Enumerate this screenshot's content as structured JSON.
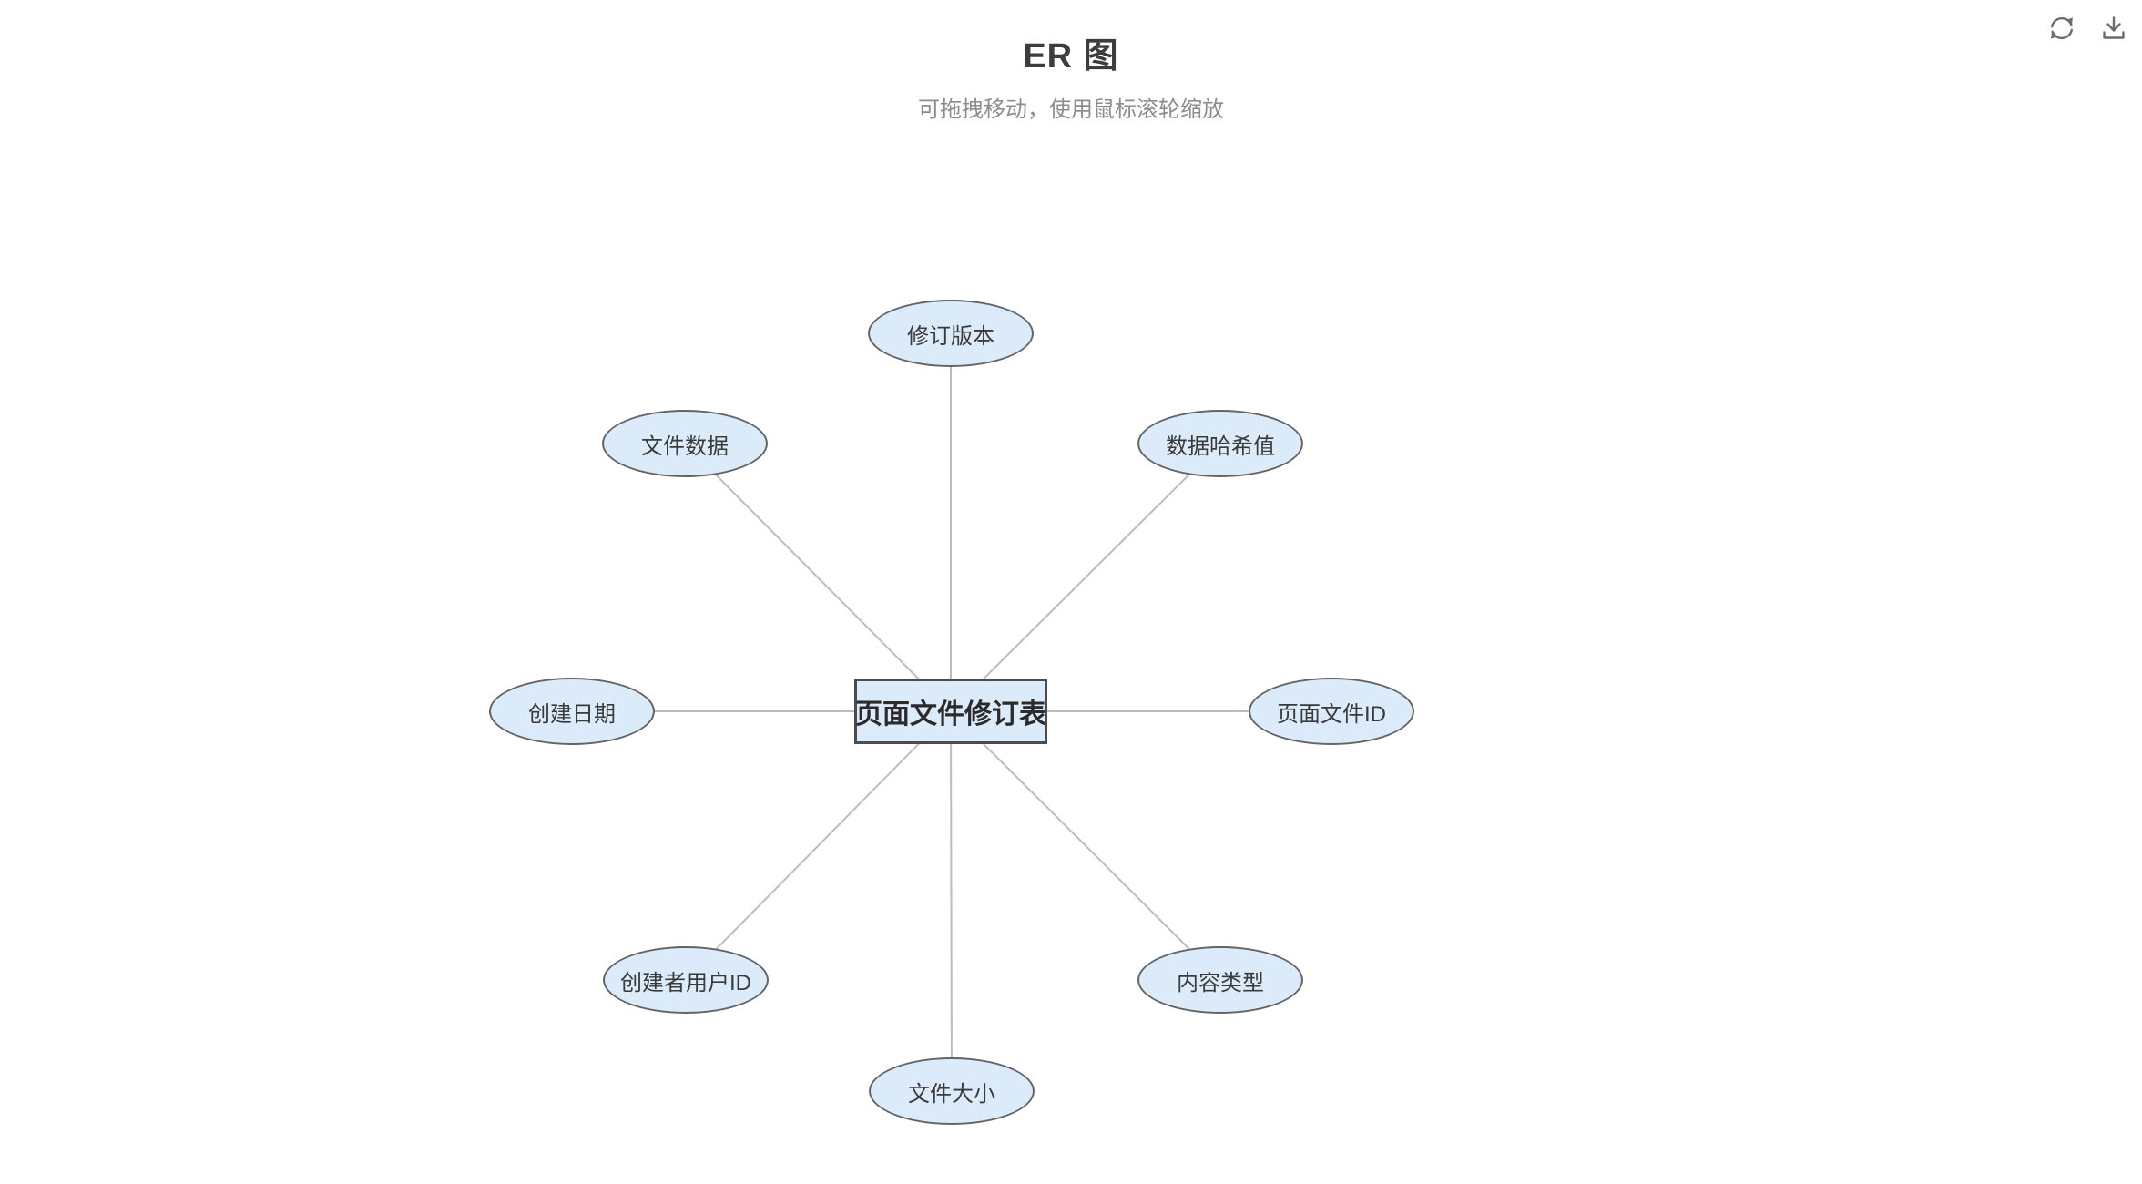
{
  "header": {
    "title": "ER 图",
    "subtitle": "可拖拽移动，使用鼠标滚轮缩放"
  },
  "toolbar": {
    "icons": {
      "refresh": "circular-arrows",
      "download": "arrow-into-tray"
    }
  },
  "diagram": {
    "entity": "页面文件修订表",
    "attributes": [
      {
        "label": "修订版本"
      },
      {
        "label": "数据哈希值"
      },
      {
        "label": "页面文件ID"
      },
      {
        "label": "内容类型"
      },
      {
        "label": "文件大小"
      },
      {
        "label": "创建者用户ID"
      },
      {
        "label": "创建日期"
      },
      {
        "label": "文件数据"
      }
    ]
  },
  "colors": {
    "node_fill": "#dcebfa",
    "node_border": "#646464",
    "entity_border": "#4c4c4c",
    "edge": "#bcbcbc",
    "title_text": "#3d3d3d",
    "subtitle_text": "#8c8c8c",
    "icon": "#6b6b6b"
  }
}
